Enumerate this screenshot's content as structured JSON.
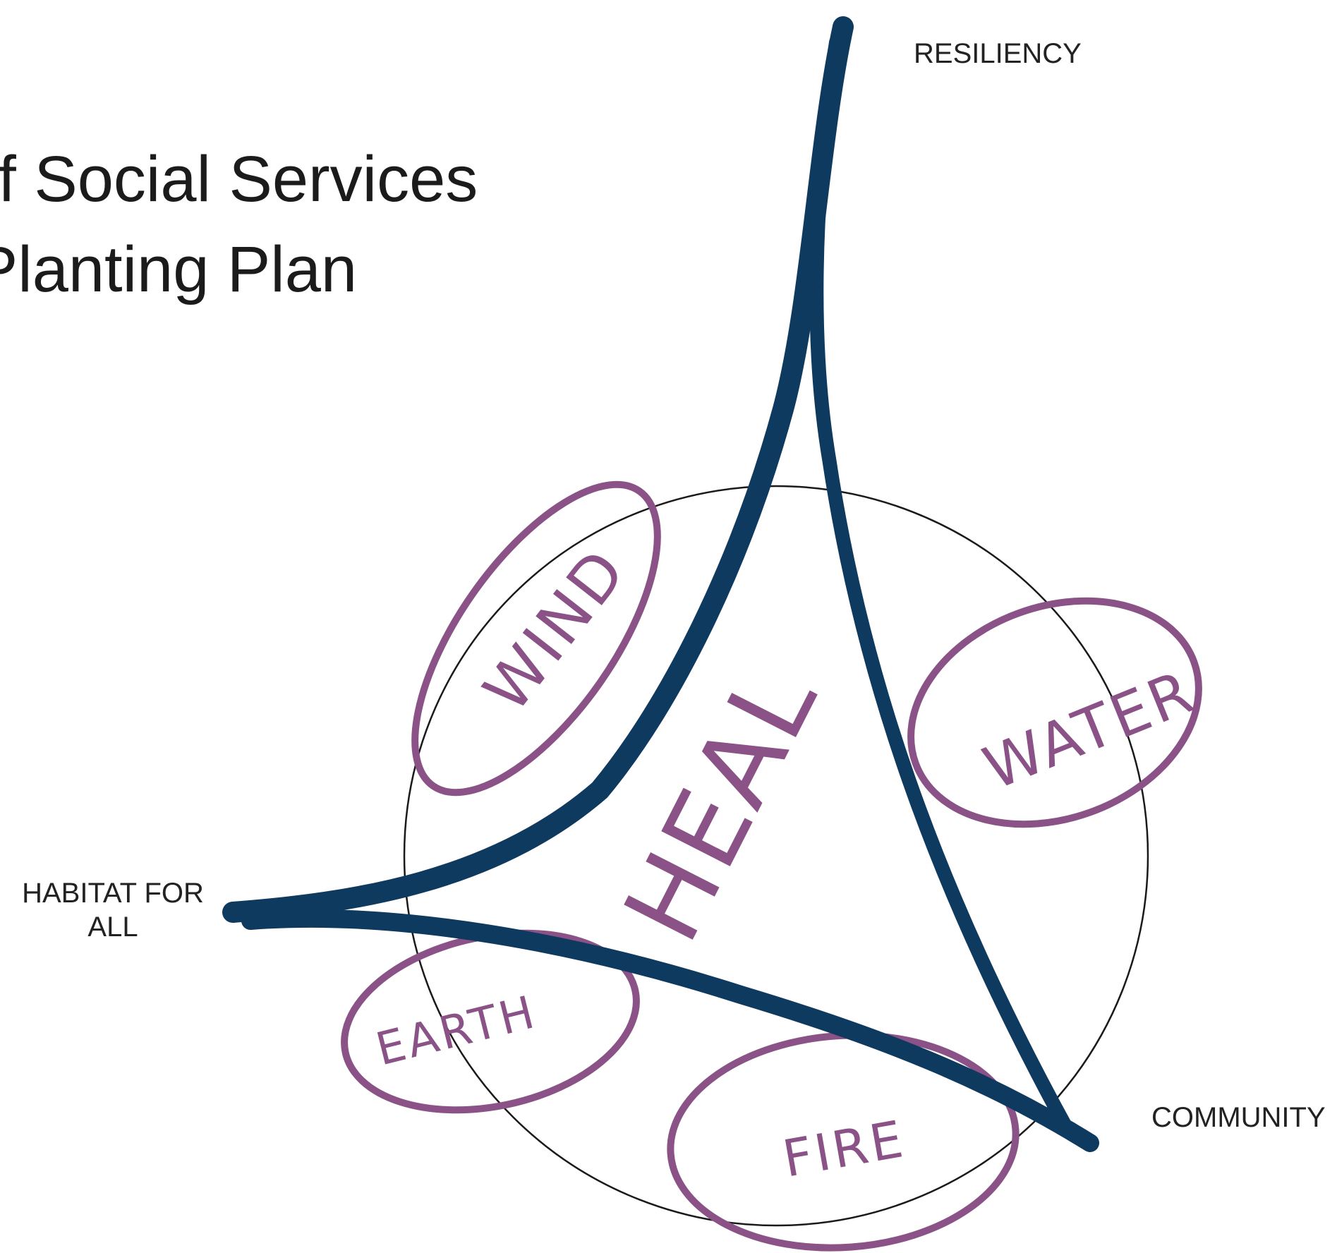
{
  "title": {
    "line1": "ers of Social Services",
    "line2": "Planting Plan"
  },
  "corner_labels": {
    "top": "RESILIENCY",
    "left_line1": "HABITAT FOR",
    "left_line2": "ALL",
    "right": "COMMUNITY"
  },
  "elements": {
    "wind": "WIND",
    "water": "WATER",
    "earth": "EARTH",
    "fire": "FIRE"
  },
  "center": "HEAL",
  "colors": {
    "stroke_navy": "#0d3a5e",
    "ellipse_purple": "#8a5286",
    "circle_outline": "#1a1a1a",
    "text": "#1b1b1b"
  }
}
